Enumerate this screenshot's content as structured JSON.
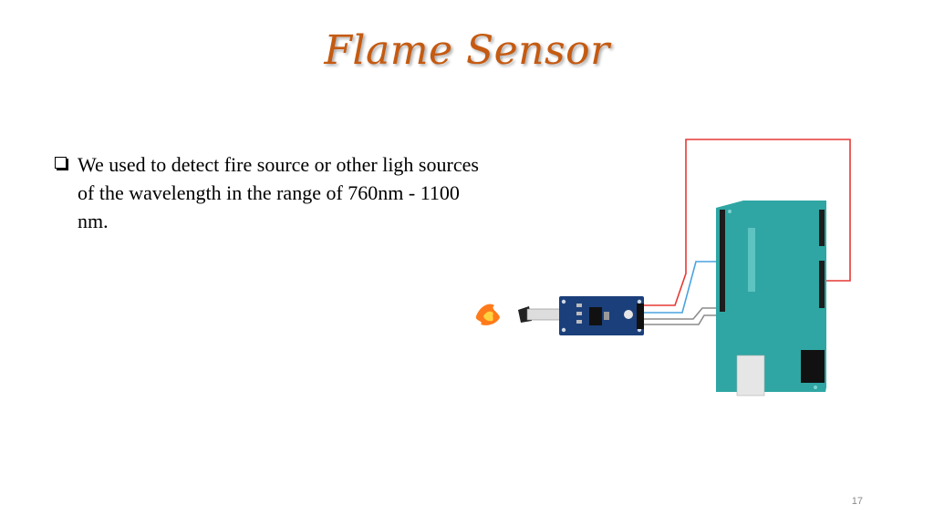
{
  "slide": {
    "title": "Flame Sensor",
    "bullets": [
      "We used to detect fire source or other ligh sources of the wavelength in the range of 760nm - 1100 nm."
    ],
    "page_number": "17"
  },
  "diagram": {
    "colors": {
      "board": "#2fa6a3",
      "module": "#1b3f7a",
      "red_wire": "#e53935",
      "blue_wire": "#4aa3df",
      "gray_wire": "#8c8c8c",
      "flame": "#ff7a1a",
      "sensor_tip": "#222222",
      "title": "#c55a11"
    },
    "components": [
      "flame",
      "flame-sensor-module",
      "arduino-board"
    ]
  }
}
